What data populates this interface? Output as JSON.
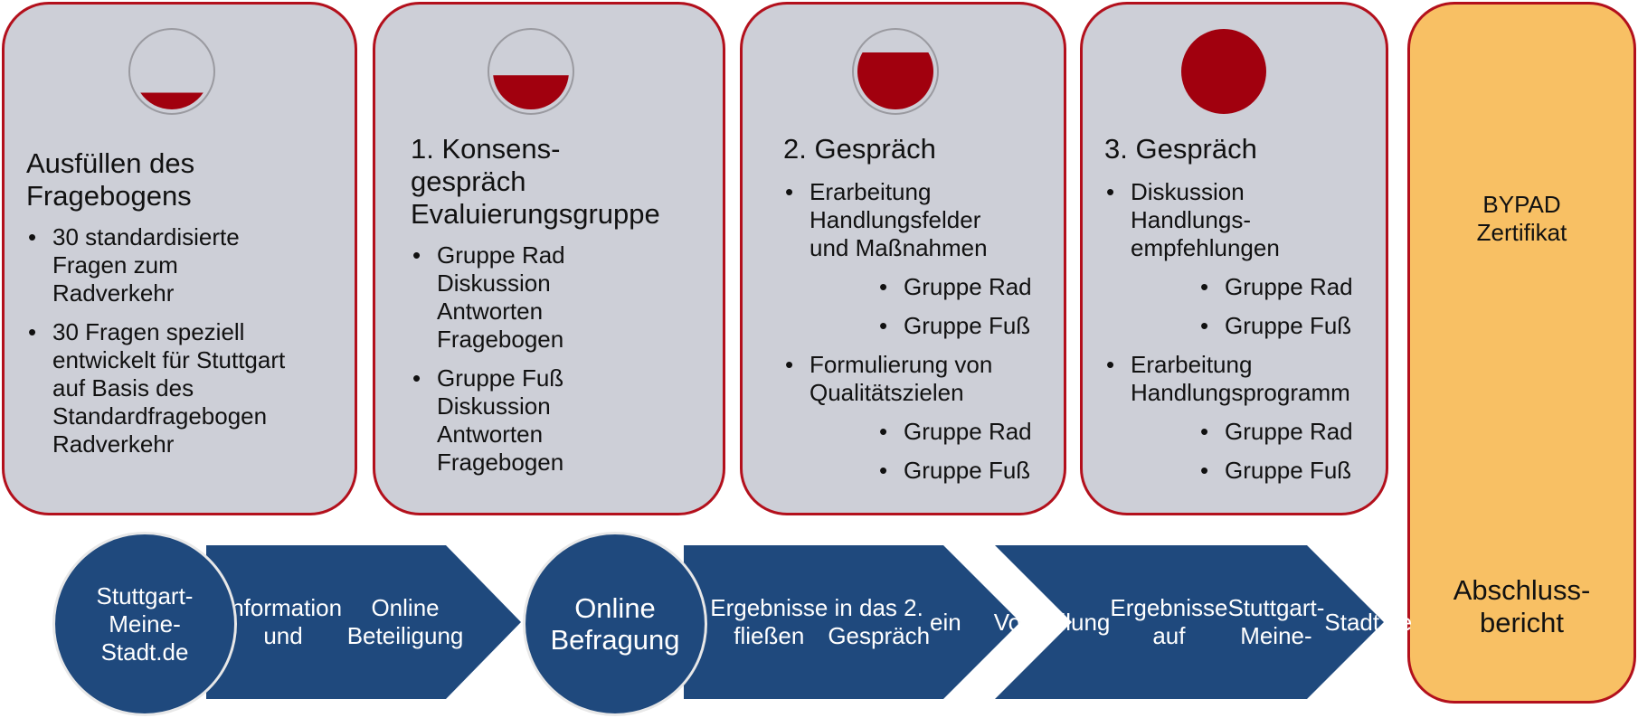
{
  "colors": {
    "card_fill": "#cdcfd7",
    "card_border": "#b3101c",
    "gauge_fill": "#a1000e",
    "final_fill": "#f8c064",
    "flow_blue": "#1f497d"
  },
  "cards": [
    {
      "fill_level": 0.22,
      "title": [
        "Ausfüllen des",
        "Fragebogens"
      ],
      "items": [
        {
          "text": [
            "30 standardisierte",
            "Fragen zum",
            "Radverkehr"
          ]
        },
        {
          "text": [
            "30 Fragen speziell",
            "entwickelt für Stuttgart",
            "auf Basis des",
            "Standardfragebogen",
            "Radverkehr"
          ]
        }
      ]
    },
    {
      "fill_level": 0.45,
      "title": [
        "1. Konsens-",
        "gespräch",
        "Evaluierungsgruppe"
      ],
      "items": [
        {
          "text": [
            "Gruppe Rad",
            "Diskussion",
            "Antworten",
            "Fragebogen"
          ]
        },
        {
          "text": [
            "Gruppe Fuß",
            "Diskussion",
            "Antworten",
            "Fragebogen"
          ]
        }
      ]
    },
    {
      "fill_level": 0.75,
      "title": [
        "2. Gespräch"
      ],
      "items": [
        {
          "text": [
            "Erarbeitung",
            "Handlungsfelder",
            "und Maßnahmen"
          ],
          "sub": [
            "Gruppe Rad",
            "Gruppe Fuß"
          ]
        },
        {
          "text": [
            "Formulierung von",
            "Qualitätszielen"
          ],
          "sub": [
            "Gruppe Rad",
            "Gruppe Fuß"
          ]
        }
      ]
    },
    {
      "fill_level": 1.0,
      "title": [
        "3. Gespräch"
      ],
      "items": [
        {
          "text": [
            "Diskussion",
            "Handlungs-",
            "empfehlungen"
          ],
          "sub": [
            "Gruppe Rad",
            "Gruppe Fuß"
          ]
        },
        {
          "text": [
            "Erarbeitung",
            "Handlungsprogramm"
          ],
          "sub": [
            "Gruppe Rad",
            "Gruppe Fuß"
          ]
        }
      ]
    }
  ],
  "final": {
    "top": [
      "BYPAD",
      "Zertifikat"
    ],
    "bottom": [
      "Abschluss-",
      "bericht"
    ]
  },
  "flow": {
    "circle1": [
      "Stuttgart-",
      "Meine-",
      "Stadt.de"
    ],
    "arrow1": [
      "Information und",
      "Online Beteiligung"
    ],
    "circle2": [
      "Online",
      "Befragung"
    ],
    "arrow2": [
      "Ergebnisse fließen",
      "in das 2. Gespräch",
      "ein"
    ],
    "arrow3": [
      "Vorstellung",
      "Ergebnisse auf",
      "Stuttgart-Meine-",
      "Stadt.de"
    ]
  }
}
